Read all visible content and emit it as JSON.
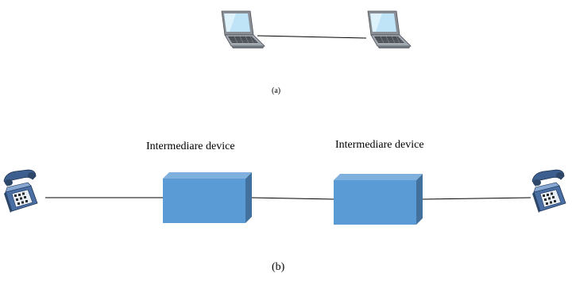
{
  "diagram": {
    "panel_a": {
      "caption": "(a)",
      "nodes": [
        {
          "id": "laptop-left",
          "icon": "laptop-icon"
        },
        {
          "id": "laptop-right",
          "icon": "laptop-icon"
        }
      ],
      "links": [
        [
          "laptop-left",
          "laptop-right"
        ]
      ]
    },
    "panel_b": {
      "caption": "(b)",
      "nodes": [
        {
          "id": "phone-left",
          "icon": "telephone-icon"
        },
        {
          "id": "device-1",
          "icon": "box-icon",
          "label": "Intermediare device"
        },
        {
          "id": "device-2",
          "icon": "box-icon",
          "label": "Intermediare device"
        },
        {
          "id": "phone-right",
          "icon": "telephone-icon"
        }
      ],
      "links": [
        [
          "phone-left",
          "device-1"
        ],
        [
          "device-1",
          "device-2"
        ],
        [
          "device-2",
          "phone-right"
        ]
      ]
    },
    "colors": {
      "box_front": "#5b9bd5",
      "box_side": "#41719c",
      "phone_body": "#5f89b8",
      "line": "#000000"
    }
  }
}
